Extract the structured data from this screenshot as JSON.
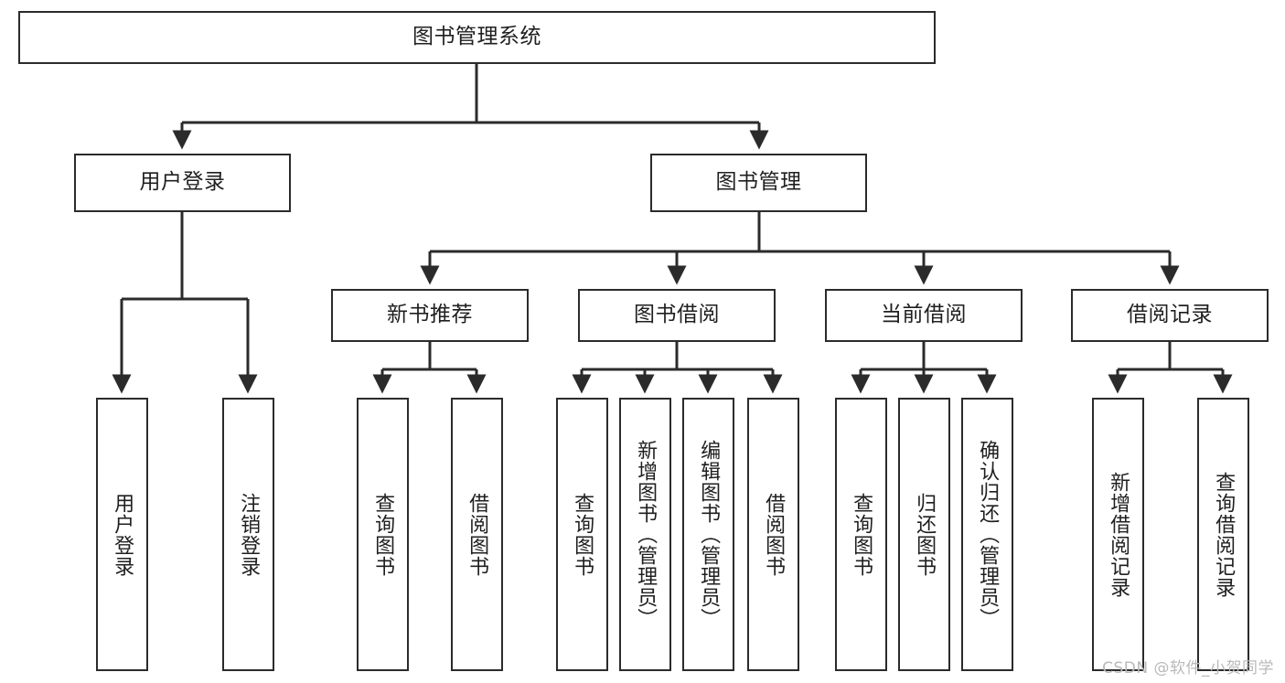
{
  "diagram": {
    "title": "图书管理系统",
    "type": "tree-hierarchy",
    "watermark": "CSDN @软件_小贺同学",
    "colors": {
      "stroke": "#2b2b2b",
      "fill": "#ffffff",
      "text": "#1f1f1f",
      "watermark": "#b9b9b9"
    }
  },
  "root": {
    "label": "图书管理系统"
  },
  "level1": [
    {
      "label": "用户登录"
    },
    {
      "label": "图书管理"
    }
  ],
  "level2": [
    {
      "label": "新书推荐"
    },
    {
      "label": "图书借阅"
    },
    {
      "label": "当前借阅"
    },
    {
      "label": "借阅记录"
    }
  ],
  "leaves": {
    "user_login": [
      {
        "label": "用户登录"
      },
      {
        "label": "注销登录"
      }
    ],
    "new_books": [
      {
        "label": "查询图书"
      },
      {
        "label": "借阅图书"
      }
    ],
    "book_borrow": [
      {
        "label": "查询图书"
      },
      {
        "label": "新增图书（管理员）"
      },
      {
        "label": "编辑图书（管理员）"
      },
      {
        "label": "借阅图书"
      }
    ],
    "current_borrow": [
      {
        "label": "查询图书"
      },
      {
        "label": "归还图书"
      },
      {
        "label": "确认归还（管理员）"
      }
    ],
    "borrow_records": [
      {
        "label": "新增借阅记录"
      },
      {
        "label": "查询借阅记录"
      }
    ]
  }
}
